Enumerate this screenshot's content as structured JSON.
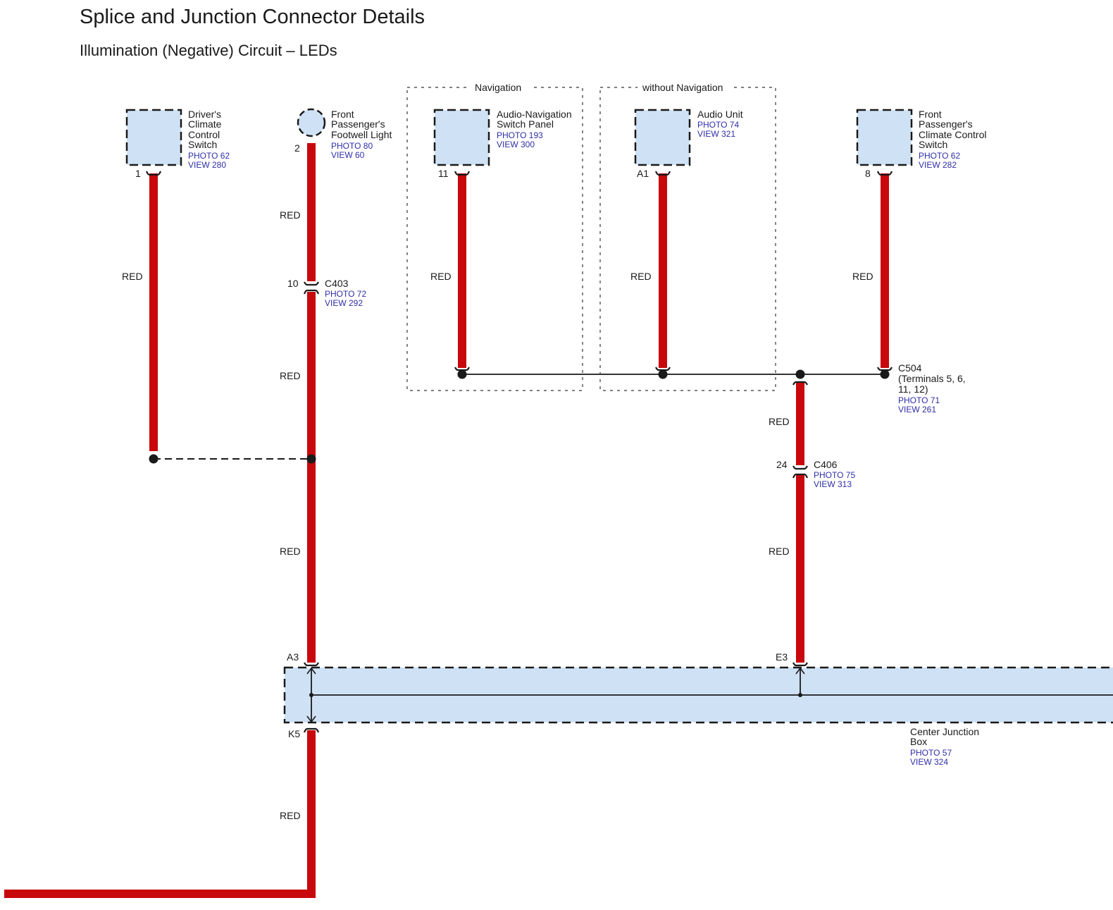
{
  "title": "Splice and Junction Connector Details",
  "subtitle": "Illumination (Negative) Circuit – LEDs",
  "colors": {
    "wire_red": "#c8080c",
    "component_fill": "#cfe2f5",
    "reference_blue": "#2e2ea8",
    "line_dark": "#1a1a1a"
  },
  "wire_color_label": "RED",
  "groups": {
    "navigation": "Navigation",
    "without_navigation": "without Navigation"
  },
  "components": {
    "driver_switch": {
      "name_lines": [
        "Driver's",
        "Climate",
        "Control",
        "Switch"
      ],
      "photo": "PHOTO 62",
      "view": "VIEW 280",
      "pin": "1"
    },
    "footwell_light": {
      "name_lines": [
        "Front",
        "Passenger's",
        "Footwell Light"
      ],
      "photo": "PHOTO 80",
      "view": "VIEW 60",
      "pin": "2"
    },
    "audio_nav_panel": {
      "name_lines": [
        "Audio-Navigation",
        "Switch Panel"
      ],
      "photo": "PHOTO 193",
      "view": "VIEW 300",
      "pin": "11"
    },
    "audio_unit": {
      "name_lines": [
        "Audio Unit"
      ],
      "photo": "PHOTO 74",
      "view": "VIEW 321",
      "pin": "A1"
    },
    "passenger_switch": {
      "name_lines": [
        "Front",
        "Passenger's",
        "Climate Control",
        "Switch"
      ],
      "photo": "PHOTO 62",
      "view": "VIEW 282",
      "pin": "8"
    },
    "center_junction_box": {
      "name_lines": [
        "Center Junction",
        "Box"
      ],
      "photo": "PHOTO 57",
      "view": "VIEW 324",
      "pin_a3": "A3",
      "pin_e3": "E3",
      "pin_k5": "K5"
    }
  },
  "connectors": {
    "c403": {
      "name": "C403",
      "pin": "10",
      "photo": "PHOTO 72",
      "view": "VIEW 292"
    },
    "c504": {
      "name_lines": [
        "C504",
        "(Terminals 5, 6,",
        "11, 12)"
      ],
      "photo": "PHOTO 71",
      "view": "VIEW 261"
    },
    "c406": {
      "name": "C406",
      "pin": "24",
      "photo": "PHOTO 75",
      "view": "VIEW 313"
    }
  }
}
